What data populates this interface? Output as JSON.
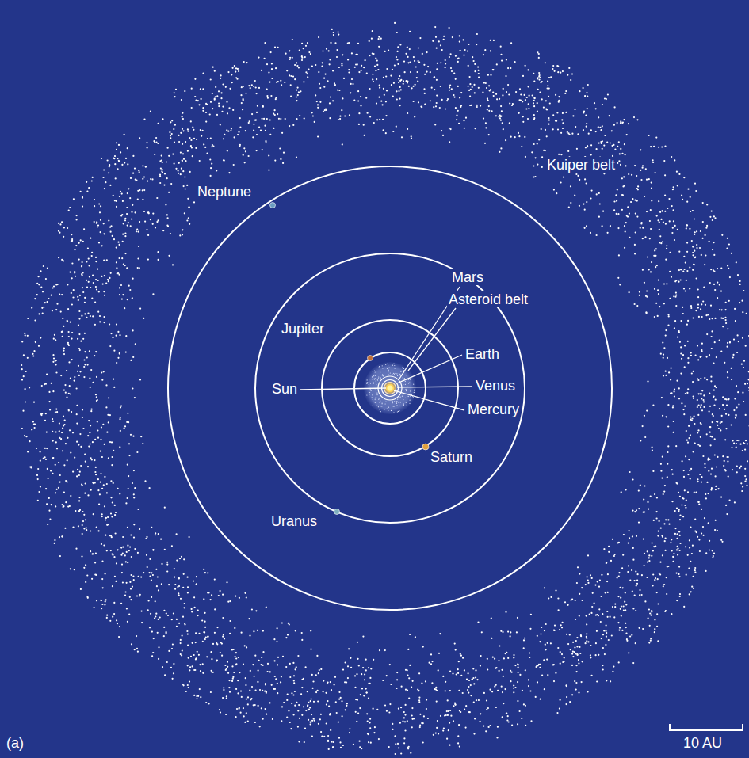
{
  "diagram": {
    "labels": [
      "Kuiper belt",
      "Neptune",
      "Mars",
      "Asteroid belt",
      "Jupiter",
      "Earth",
      "Sun",
      "Venus",
      "Mercury",
      "Saturn",
      "Uranus",
      "(a)",
      "10 AU"
    ]
  }
}
